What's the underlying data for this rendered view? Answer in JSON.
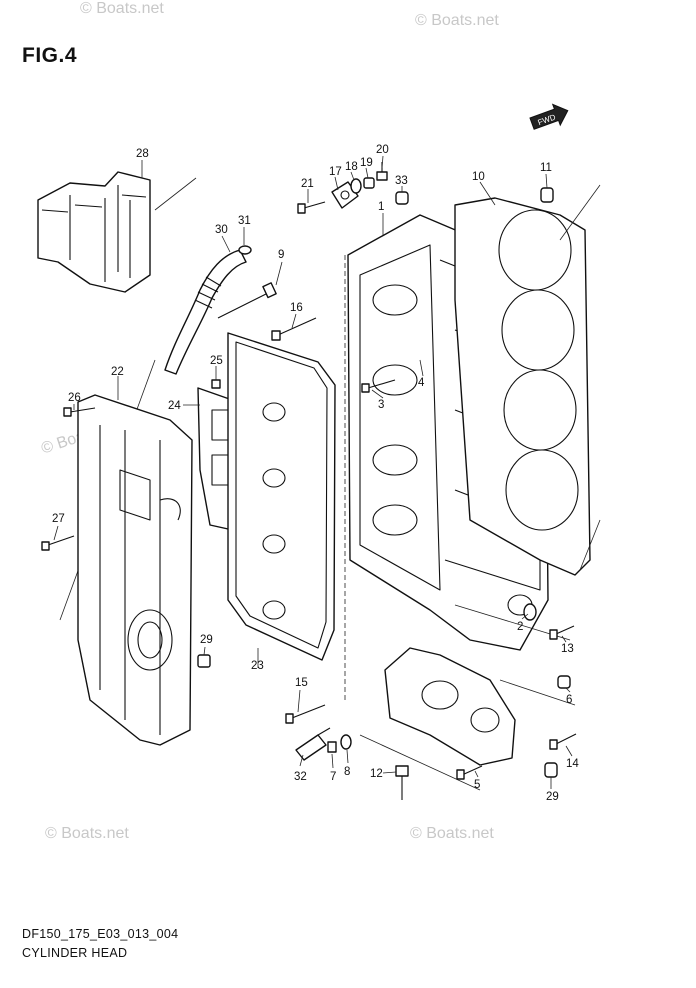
{
  "figure": {
    "title": "FIG.4",
    "code": "DF150_175_E03_013_004",
    "name": "CYLINDER HEAD"
  },
  "watermarks": [
    {
      "text": "© Boats.net"
    },
    {
      "text": "© Boats.net"
    },
    {
      "text": "© Boats.net"
    },
    {
      "text": "© Boats.net"
    },
    {
      "text": "© Boats.net"
    }
  ],
  "fwd_label": "FWD",
  "callouts": [
    "1",
    "2",
    "3",
    "4",
    "5",
    "6",
    "7",
    "8",
    "9",
    "10",
    "11",
    "12",
    "13",
    "14",
    "15",
    "16",
    "17",
    "18",
    "19",
    "20",
    "21",
    "22",
    "23",
    "24",
    "25",
    "26",
    "27",
    "28",
    "29",
    "29",
    "30",
    "31",
    "32",
    "33"
  ]
}
